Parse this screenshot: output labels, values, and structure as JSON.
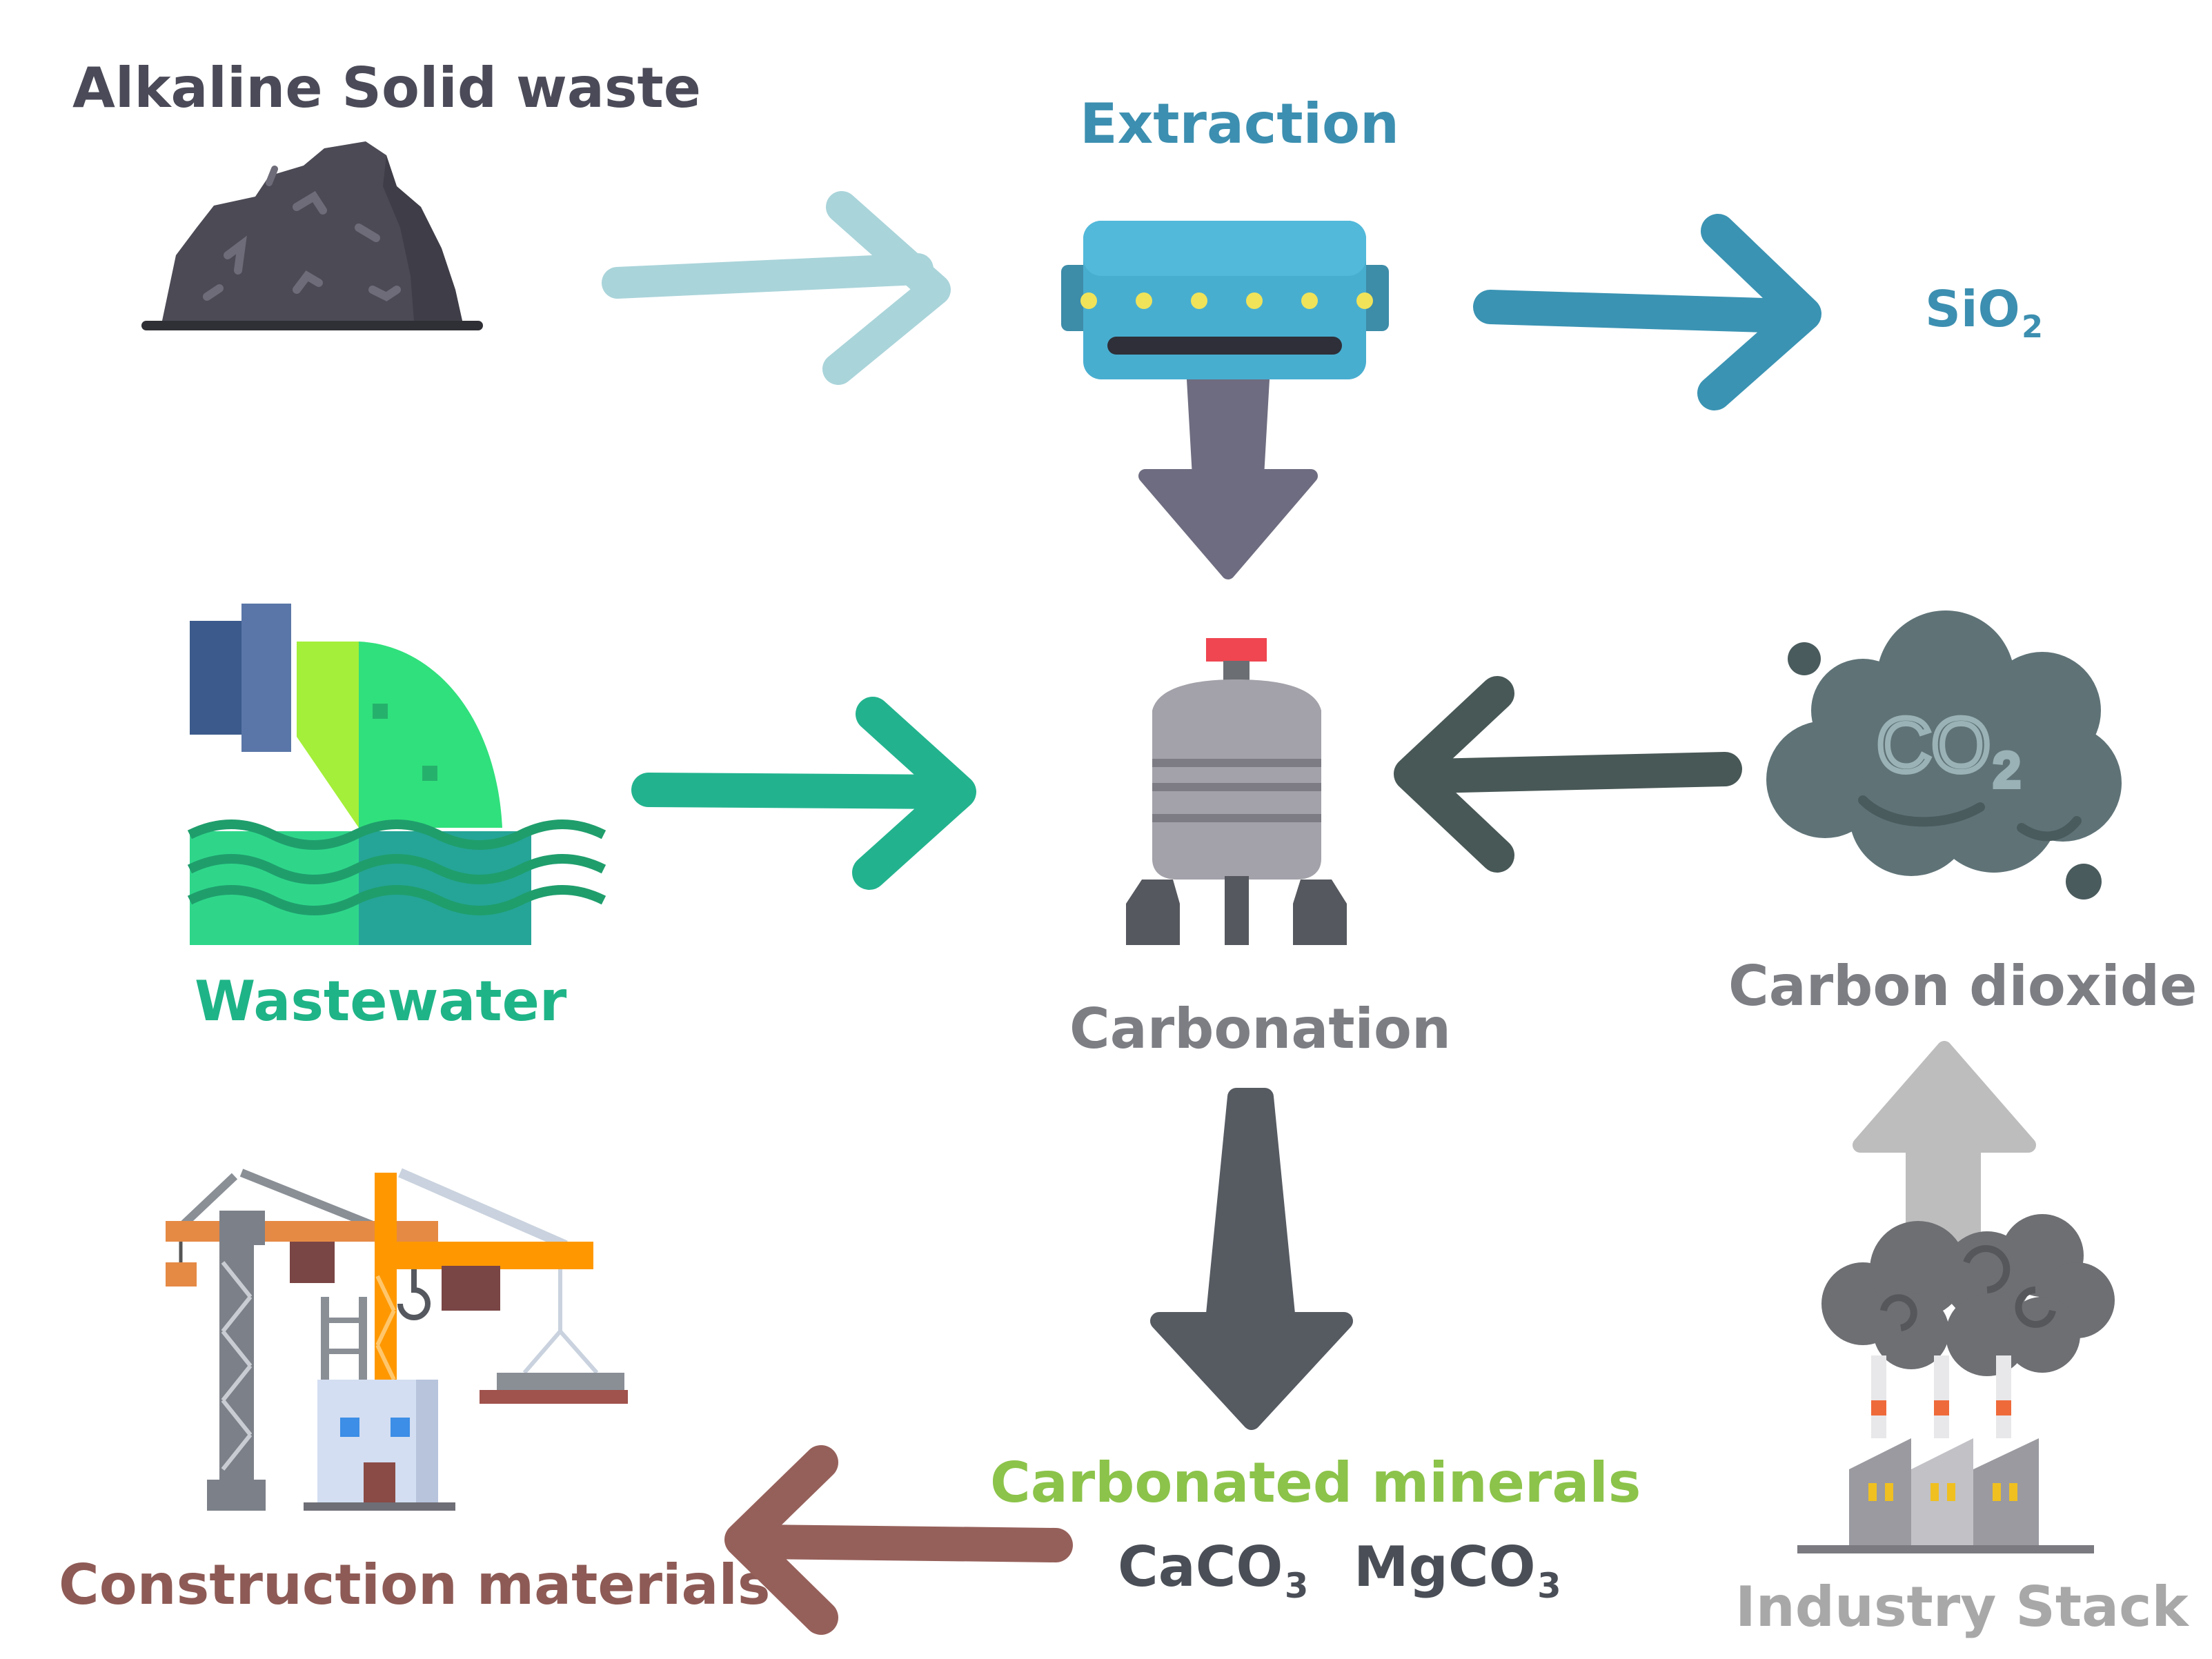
{
  "labels": {
    "alkaline_waste": "Alkaline Solid waste",
    "extraction": "Extraction",
    "sio2_main": "SiO",
    "sio2_sub": "2",
    "wastewater": "Wastewater",
    "carbonation": "Carbonation",
    "carbon_dioxide": "Carbon dioxide",
    "co2_icon_main": "CO",
    "co2_icon_sub": "2",
    "carbonated_minerals": "Carbonated minerals",
    "caco3_main": "CaCO",
    "caco3_sub": "3",
    "mgco3_main": "MgCO",
    "mgco3_sub": "3",
    "construction_materials": "Construction materials",
    "industry_stack": "Industry Stack"
  },
  "colors": {
    "dark_slate": "#4a4a58",
    "extraction_blue": "#3c8fb0",
    "wastewater_green": "#1fb487",
    "carbonation_gray": "#7c7e84",
    "co2_dark": "#4a5358",
    "minerals_green": "#8cc34a",
    "construction_brown": "#8e5a55",
    "stack_gray": "#8a8a8a",
    "arrow_light_blue": "#a9d4da",
    "arrow_blue": "#3a93b3",
    "arrow_gray_purple": "#6e6c80",
    "arrow_green": "#22b38e",
    "arrow_dark_green": "#485856",
    "arrow_dark_gray": "#565b62",
    "arrow_brown": "#96605a",
    "arrow_light_gray": "#bdbdbd"
  },
  "icons": [
    "waste-pile-icon",
    "extraction-machine-icon",
    "pipe-outflow-icon",
    "reactor-tank-icon",
    "co2-cloud-icon",
    "construction-crane-icon",
    "factory-stack-icon"
  ]
}
